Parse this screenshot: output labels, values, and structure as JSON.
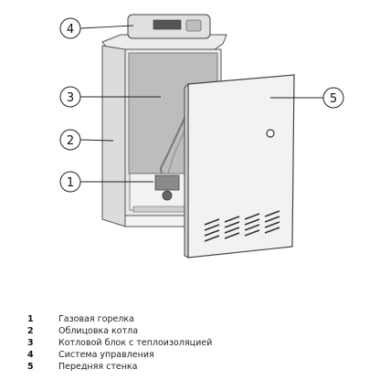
{
  "callouts": [
    {
      "num": "1",
      "label": "Газовая горелка"
    },
    {
      "num": "2",
      "label": "Облицовка котла"
    },
    {
      "num": "3",
      "label": "Котловой блок с теплоизоляцией"
    },
    {
      "num": "4",
      "label": "Система управления"
    },
    {
      "num": "5",
      "label": "Передняя стенка"
    }
  ]
}
